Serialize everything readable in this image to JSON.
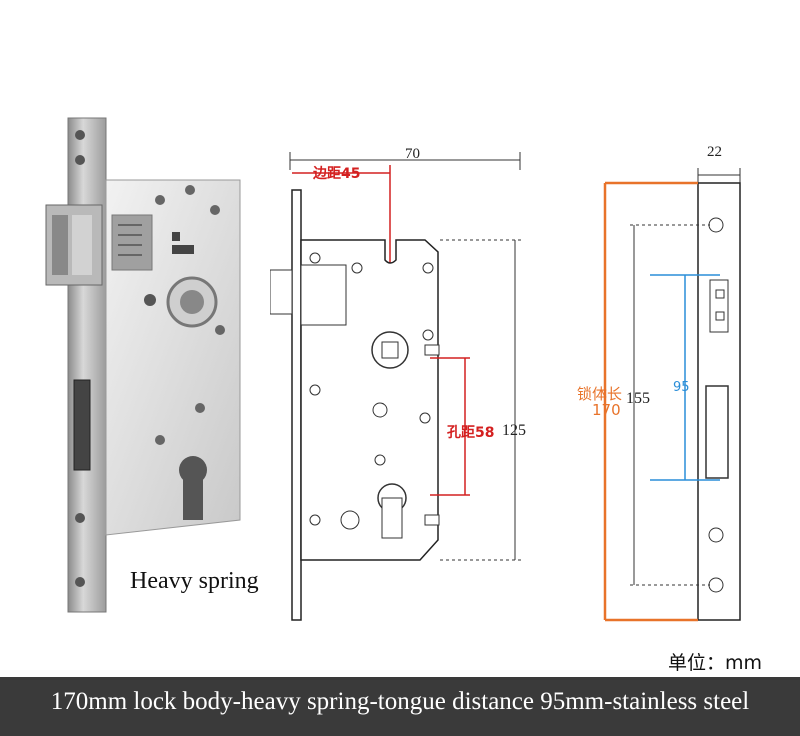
{
  "photo": {
    "caption": "Heavy spring"
  },
  "front_view": {
    "width_label": "70",
    "backset_label": "边距45",
    "height_label": "125",
    "hole_distance_label": "孔距58"
  },
  "side_view": {
    "width_label": "22",
    "body_length_label_cn": "锁体长",
    "body_length_label": "170",
    "inner_length_label": "155",
    "tongue_distance_label": "95"
  },
  "unit_label": "单位：mm",
  "footer_text": "170mm lock body-heavy spring-tongue distance 95mm-stainless steel",
  "colors": {
    "red": "#d42020",
    "orange": "#e8732a",
    "blue": "#2a8ed8",
    "footer_bg": "#3a3a3a"
  }
}
